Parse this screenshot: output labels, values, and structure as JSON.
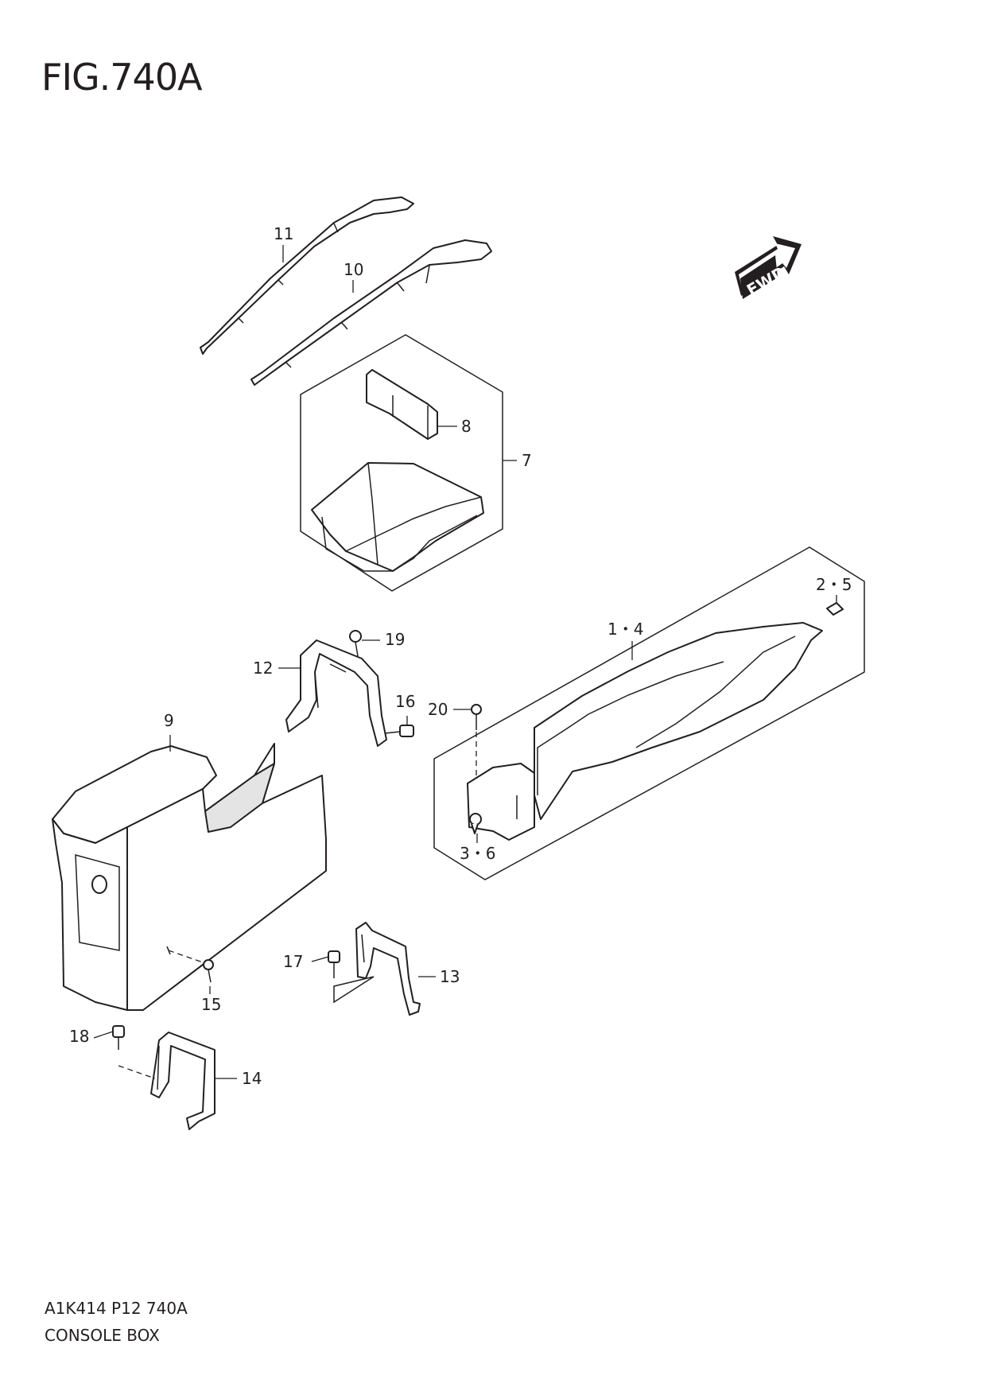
{
  "figure": {
    "title": "FIG.740A",
    "code": "A1K414 P12 740A",
    "description": "CONSOLE BOX"
  },
  "direction_badge": "FWD",
  "callouts": {
    "c1_4": "1・4",
    "c2_5": "2・5",
    "c3_6": "3・6",
    "c7": "7",
    "c8": "8",
    "c9": "9",
    "c10": "10",
    "c11": "11",
    "c12": "12",
    "c13": "13",
    "c14": "14",
    "c15": "15",
    "c16": "16",
    "c17": "17",
    "c18": "18",
    "c19": "19",
    "c20": "20"
  }
}
